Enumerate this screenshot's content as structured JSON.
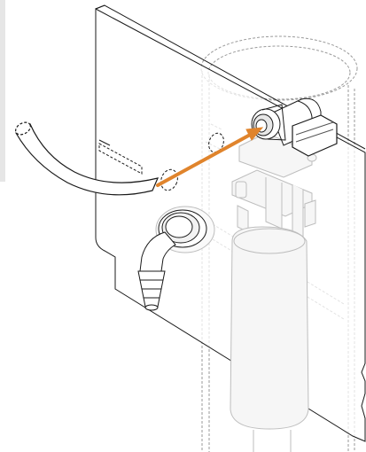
{
  "diagram": {
    "type": "installation-illustration",
    "steps": [
      {
        "action": "insert",
        "from": "flexible-tube",
        "to": "elbow-push-fitting"
      }
    ],
    "parts": [
      "panel",
      "flexible-tube",
      "elbow-push-fitting",
      "hose-barb-elbow",
      "cistern-float-valve",
      "cistern-outline"
    ],
    "colors": {
      "arrow": "#e0842c",
      "line": "#1a1a1a",
      "hidden_line": "#9a9a9a",
      "faint_part": "#bdbdbd",
      "panel_fill": "#ffffff",
      "side_tab": "#e6e6e6"
    }
  }
}
